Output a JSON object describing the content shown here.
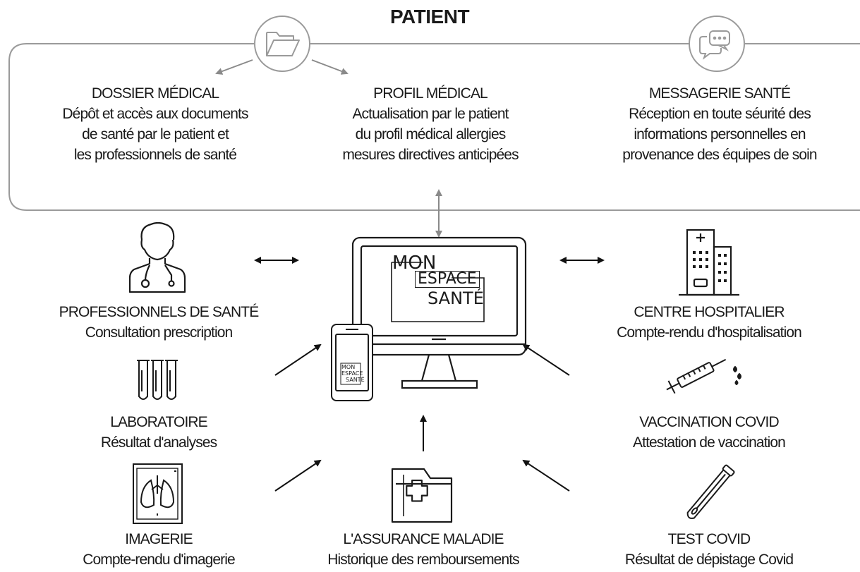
{
  "title": "PATIENT",
  "patient_sections": {
    "dossier": {
      "heading": "DOSSIER MÉDICAL",
      "lines": [
        "Dépôt et accès aux documents",
        "de santé par le patient et",
        "les professionnels de santé"
      ],
      "icon": "folder-icon"
    },
    "profil": {
      "heading": "PROFIL MÉDICAL",
      "lines": [
        "Actualisation par le patient",
        "du profil médical allergies",
        "mesures directives anticipées"
      ]
    },
    "messagerie": {
      "heading": "MESSAGERIE SANTÉ",
      "lines": [
        "Réception en toute séurité des",
        "informations personnelles en",
        "provenance des équipes de soin"
      ],
      "icon": "chat-bubbles-icon"
    }
  },
  "center": {
    "logo_lines": [
      "MON",
      "ESPACE",
      "SANTÉ"
    ],
    "icons": [
      "monitor-icon",
      "smartphone-icon"
    ]
  },
  "nodes": {
    "professionnels": {
      "heading": "PROFESSIONNELS DE SANTÉ",
      "desc": "Consultation prescription",
      "icon": "doctor-icon"
    },
    "laboratoire": {
      "heading": "LABORATOIRE",
      "desc": "Résultat d'analyses",
      "icon": "test-tubes-icon"
    },
    "imagerie": {
      "heading": "IMAGERIE",
      "desc": "Compte-rendu d'imagerie",
      "icon": "xray-icon"
    },
    "assurance": {
      "heading": "L'ASSURANCE MALADIE",
      "desc": "Historique des remboursements",
      "icon": "medical-folder-icon"
    },
    "hopital": {
      "heading": "CENTRE HOSPITALIER",
      "desc": "Compte-rendu d'hospitalisation",
      "icon": "hospital-icon"
    },
    "vaccination": {
      "heading": "VACCINATION COVID",
      "desc": "Attestation de vaccination",
      "icon": "syringe-icon"
    },
    "test": {
      "heading": "TEST COVID",
      "desc": "Résultat de dépistage Covid",
      "icon": "swab-tube-icon"
    }
  },
  "colors": {
    "frame": "#9a9a9a",
    "arrow": "#111111",
    "text": "#1a1a1a"
  }
}
